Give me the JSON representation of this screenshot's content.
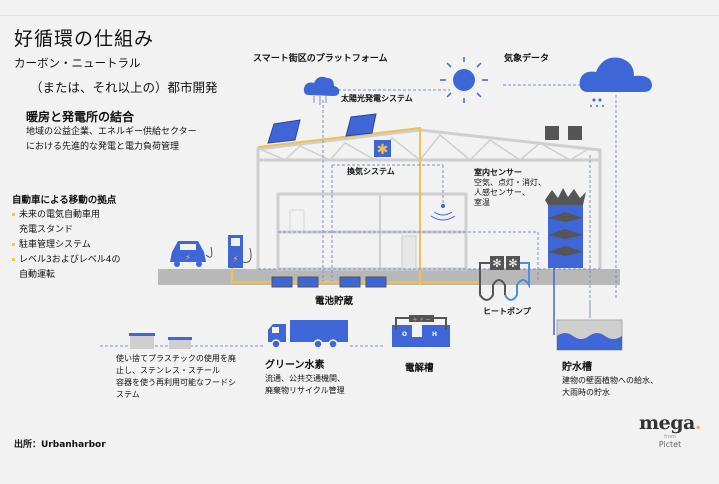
{
  "header": {
    "title": "好循環の仕組み",
    "subtitle_line1": "カーボン・ニュートラル",
    "subtitle_line2": "（または、それ以上の）都市開発"
  },
  "sections": {
    "heating": {
      "heading": "暖房と発電所の結合",
      "lines": [
        "地域の公益企業、エネルギー供給セクター",
        "における先進的な発電と電力負荷管理"
      ]
    },
    "mobility": {
      "heading": "自動車による移動の拠点",
      "items": [
        {
          "line1": "未来の電気自動車用",
          "line2": "充電スタンド"
        },
        {
          "line1": "駐車管理システム",
          "line2": ""
        },
        {
          "line1": "レベル3およびレベル4の",
          "line2": "自動運転"
        }
      ]
    },
    "food": {
      "lines": [
        "使い捨てプラスチックの使用を廃",
        "止し、ステンレス・スチール",
        "容器を使う再利用可能なフードシ",
        "ステム"
      ]
    },
    "hydrogen": {
      "heading": "グリーン水素",
      "lines": [
        "流通、公共交通機関、",
        "廃棄物リサイクル管理"
      ]
    },
    "water_tank": {
      "heading": "貯水槽",
      "lines": [
        "建物の壁面植物への給水、",
        "大雨時の貯水"
      ]
    },
    "sensors": {
      "heading": "室内センサー",
      "lines": [
        "空気、点灯・消灯、",
        "人感センサー、",
        "室温"
      ]
    }
  },
  "labels": {
    "smart_platform": "スマート街区のプラットフォーム",
    "weather_data": "気象データ",
    "solar_system": "太陽光発電システム",
    "ventilation": "換気システム",
    "battery_storage": "電池貯蔵",
    "heat_pump": "ヒートポンプ",
    "electrolyzer": "電解槽",
    "o2": "O",
    "h2": "H"
  },
  "footer": {
    "source": "出所：Urbanharbor",
    "logo_main": "mega",
    "logo_dot": ".",
    "logo_from": "from",
    "logo_brand": "Pictet"
  },
  "colors": {
    "blue": "#3f66d6",
    "yellow": "#f0c050",
    "grey": "#b8b8b8",
    "dark": "#555555",
    "background": "#f2f2f2"
  }
}
